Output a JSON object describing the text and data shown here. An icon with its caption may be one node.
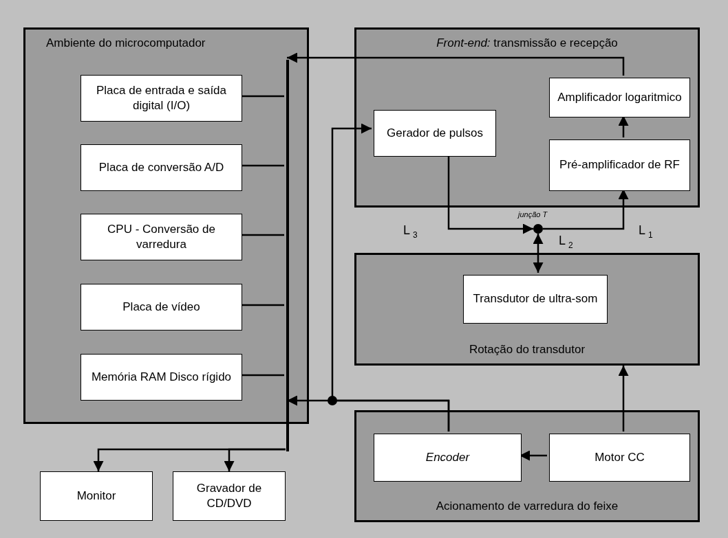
{
  "diagram": {
    "nodes": [
      {
        "text": [
          "Ambiente do microcomputador"
        ]
      },
      {
        "text": [
          "Placa de entrada e saída digital (I/O)"
        ],
        "in": 0
      },
      {
        "text": [
          "Placa de conversão A/D"
        ],
        "in": 0
      },
      {
        "text": [
          "CPU - Conversão de varredura"
        ],
        "in": 0
      },
      {
        "text": [
          "Placa de vídeo"
        ],
        "in": 0
      },
      {
        "text": [
          "Memória RAM Disco rígido"
        ],
        "in": 0
      },
      {
        "text": [
          "*Front-end:* transmissão e recepção"
        ]
      },
      {
        "text": [
          "Gerador de pulsos"
        ],
        "in": 6
      },
      {
        "text": [
          "Amplificador logaritmico"
        ],
        "in": 6
      },
      {
        "text": [
          "Pré-amplificador de RF"
        ],
        "in": 6
      },
      {
        "text": [
          "Rotação do transdutor"
        ]
      },
      {
        "text": [
          "Transdutor de ultra-som"
        ],
        "in": 10
      },
      {
        "text": [
          "Acionamento de varredura do feixe"
        ]
      },
      {
        "text": [
          "Encoder"
        ],
        "in": 12
      },
      {
        "text": [
          "Motor CC"
        ],
        "in": 12
      },
      {
        "text": [
          "Monitor"
        ]
      },
      {
        "text": [
          "Gravador de CD/DVD"
        ]
      },
      {
        "text": [],
        "shape": "circle",
        "beside": [
          "junção T"
        ]
      },
      {
        "text": [],
        "shape": "bar",
        "in": 0
      }
    ],
    "edges": [
      {
        "from": 1,
        "to": 18,
        "arrow": "none"
      },
      {
        "from": 2,
        "to": 18,
        "arrow": "none"
      },
      {
        "from": 3,
        "to": 18,
        "arrow": "none"
      },
      {
        "from": 4,
        "to": 18,
        "arrow": "none"
      },
      {
        "from": 5,
        "to": 18,
        "arrow": "none"
      },
      {
        "from": 8,
        "to": 18,
        "arrow": "to"
      },
      {
        "from": 13,
        "to": 18,
        "arrow": "to"
      },
      {
        "from": 13,
        "to": 7,
        "arrow": "to"
      },
      {
        "from": 18,
        "to": 15,
        "arrow": "to"
      },
      {
        "from": 18,
        "to": 16,
        "arrow": "to"
      },
      {
        "from": 7,
        "to": 17,
        "arrow": "to"
      },
      {
        "from": 17,
        "to": 9,
        "arrow": "to"
      },
      {
        "from": 17,
        "to": 11,
        "arrow": "both"
      },
      {
        "from": 9,
        "to": 8,
        "arrow": "to"
      },
      {
        "from": 14,
        "to": 13,
        "arrow": "to"
      },
      {
        "from": 14,
        "to": 10,
        "arrow": "to"
      }
    ],
    "labels": [
      "L$_{3}$",
      "L$_{2}$",
      "L$_{1}$"
    ]
  }
}
